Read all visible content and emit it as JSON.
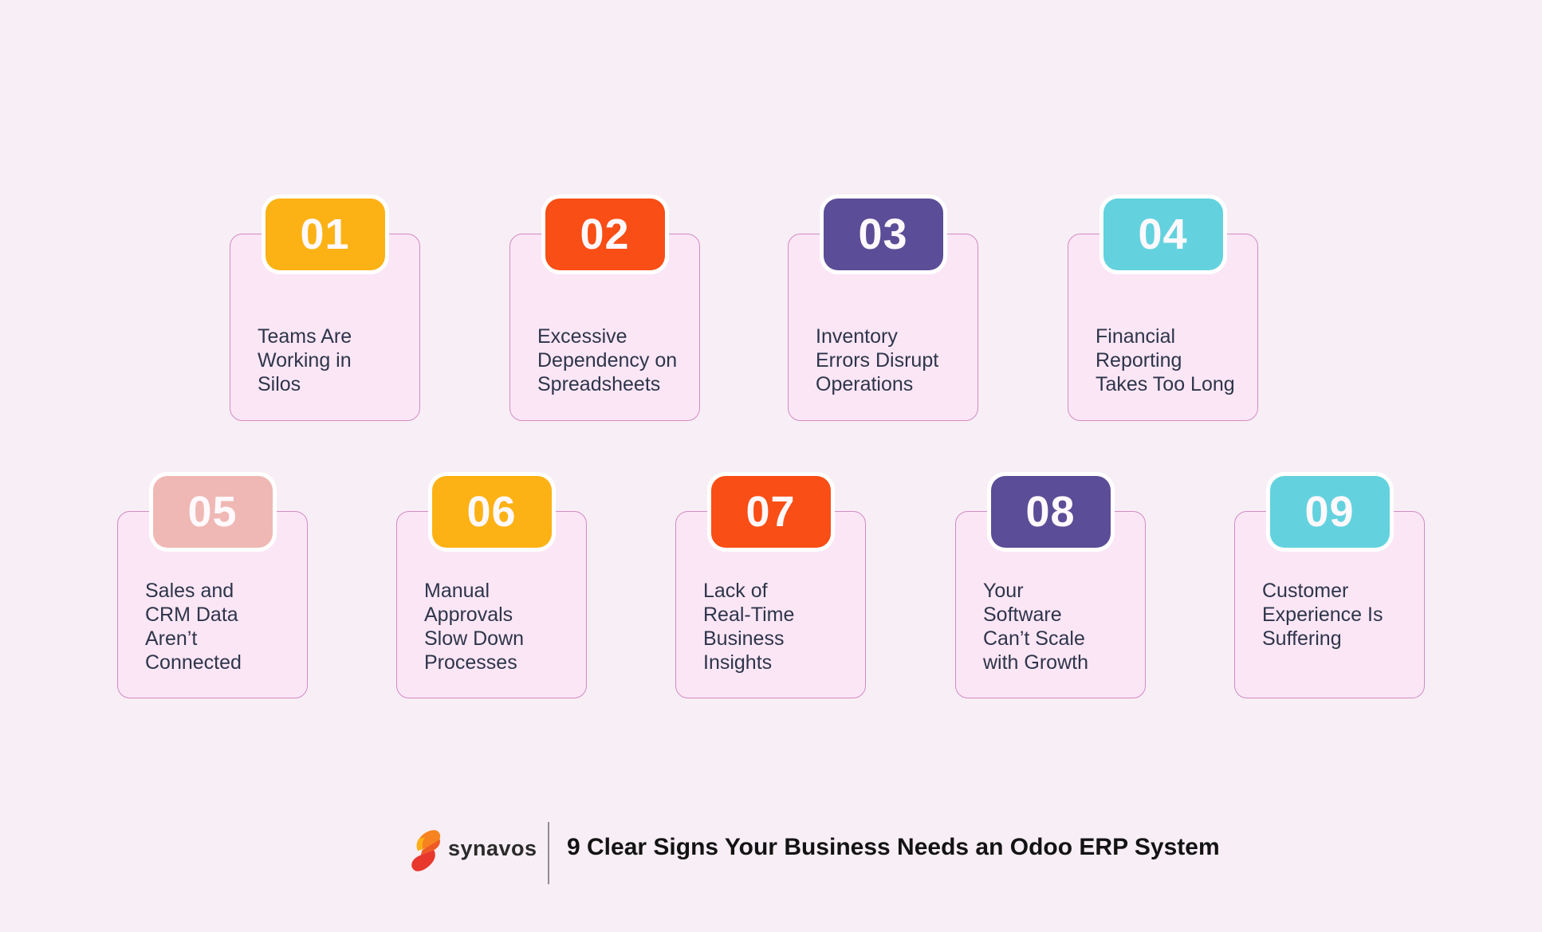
{
  "palette": {
    "page_bg": "#F8EEF5",
    "card_bg": "#FBE6F6",
    "card_border": "#D08CC3",
    "card_text": "#2E354A",
    "badge_yellow": "#FCB215",
    "badge_orange": "#F94E15",
    "badge_purple": "#5B4D97",
    "badge_teal": "#63D2DE",
    "badge_rose": "#EFB8B4"
  },
  "cards": [
    {
      "number": "01",
      "badge_color": "#FCB215",
      "text": "Teams Are\nWorking in\nSilos"
    },
    {
      "number": "02",
      "badge_color": "#F94E15",
      "text": "Excessive\nDependency on\nSpreadsheets"
    },
    {
      "number": "03",
      "badge_color": "#5B4D97",
      "text": "Inventory\nErrors Disrupt\nOperations"
    },
    {
      "number": "04",
      "badge_color": "#63D2DE",
      "text": "Financial\nReporting\nTakes Too Long"
    },
    {
      "number": "05",
      "badge_color": "#EFB8B4",
      "text": "Sales and\nCRM Data\nAren’t\nConnected"
    },
    {
      "number": "06",
      "badge_color": "#FCB215",
      "text": "Manual\nApprovals\nSlow Down\nProcesses"
    },
    {
      "number": "07",
      "badge_color": "#F94E15",
      "text": "Lack of\nReal-Time\nBusiness\nInsights"
    },
    {
      "number": "08",
      "badge_color": "#5B4D97",
      "text": "Your\nSoftware\nCan’t Scale\nwith Growth"
    },
    {
      "number": "09",
      "badge_color": "#63D2DE",
      "text": "Customer\nExperience Is\nSuffering"
    }
  ],
  "footer": {
    "brand": "synavos",
    "title": "9 Clear Signs Your Business Needs an Odoo ERP System",
    "logo_colors": {
      "orange": "#F6831F",
      "yellow": "#FDB016",
      "red": "#E8372C",
      "red_orange": "#EF5A24"
    }
  }
}
